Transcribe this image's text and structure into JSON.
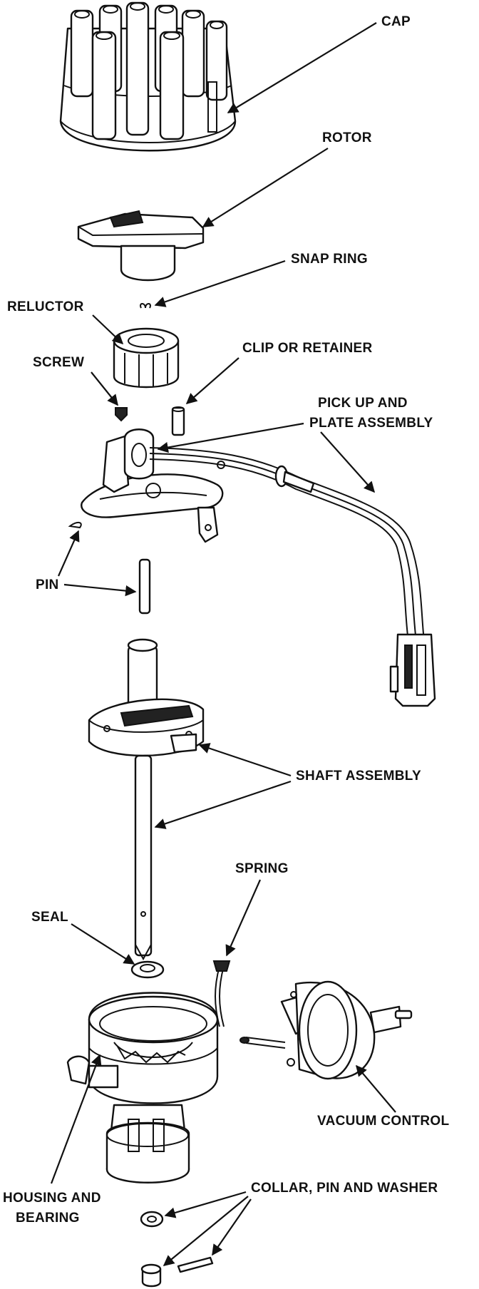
{
  "labels": {
    "cap": "CAP",
    "rotor": "ROTOR",
    "snap_ring": "SNAP RING",
    "reluctor": "RELUCTOR",
    "screw": "SCREW",
    "clip_or_retainer": "CLIP OR RETAINER",
    "pick_up_line1": "PICK UP AND",
    "pick_up_line2": "PLATE ASSEMBLY",
    "pin": "PIN",
    "shaft_assembly": "SHAFT ASSEMBLY",
    "spring": "SPRING",
    "seal": "SEAL",
    "vacuum_control": "VACUUM CONTROL",
    "housing_line1": "HOUSING AND",
    "housing_line2": "BEARING",
    "collar_pin_washer": "COLLAR, PIN AND WASHER"
  }
}
